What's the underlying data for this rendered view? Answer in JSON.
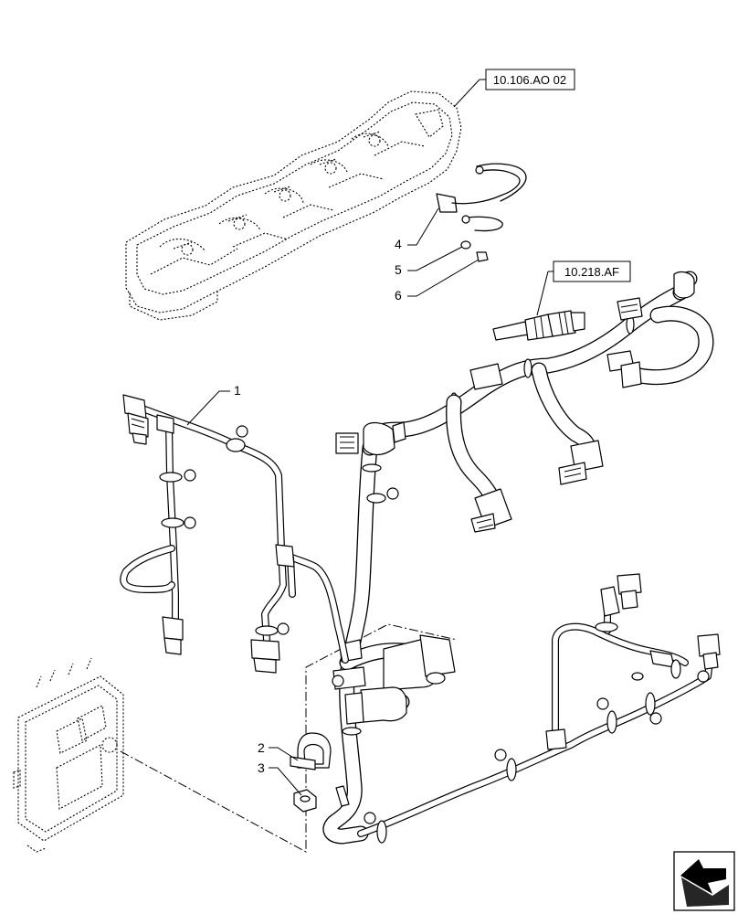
{
  "references": {
    "rocker_cover": "10.106.AO 02",
    "injector": "10.218.AF"
  },
  "callouts": [
    {
      "id": "1",
      "label": "1"
    },
    {
      "id": "2",
      "label": "2"
    },
    {
      "id": "3",
      "label": "3"
    },
    {
      "id": "4",
      "label": "4"
    },
    {
      "id": "5",
      "label": "5"
    },
    {
      "id": "6",
      "label": "6"
    }
  ],
  "icons": {
    "corner": "next-page-arrow-icon"
  }
}
